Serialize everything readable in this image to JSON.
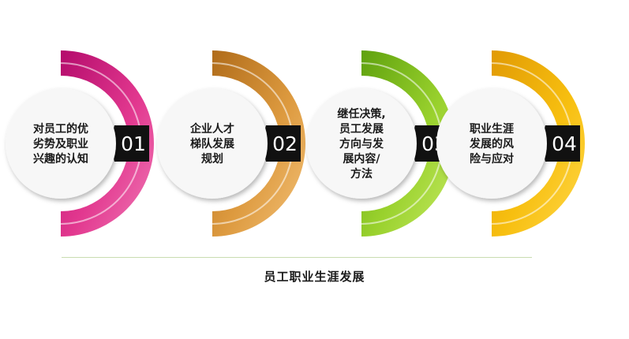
{
  "title": "员工职业生涯发展",
  "steps": [
    {
      "number": "01",
      "lines": [
        "对员工的优",
        "劣势及职业",
        "兴趣的认知"
      ],
      "colors": {
        "dark": "#b40c6c",
        "mid": "#e2388f",
        "light": "#f07ab6"
      }
    },
    {
      "number": "02",
      "lines": [
        "企业人才",
        "梯队发展",
        "规划"
      ],
      "colors": {
        "dark": "#b06c1a",
        "mid": "#dd9a3f",
        "light": "#f3c178"
      }
    },
    {
      "number": "03",
      "lines": [
        "继任决策,",
        "员工发展",
        "方向与发",
        "展内容/",
        "方法"
      ],
      "colors": {
        "dark": "#5fa10e",
        "mid": "#99d12d",
        "light": "#c5ea62"
      }
    },
    {
      "number": "04",
      "lines": [
        "职业生涯",
        "发展的风",
        "险与应对"
      ],
      "colors": {
        "dark": "#e19a04",
        "mid": "#f7bf10",
        "light": "#ffd84a"
      }
    }
  ]
}
